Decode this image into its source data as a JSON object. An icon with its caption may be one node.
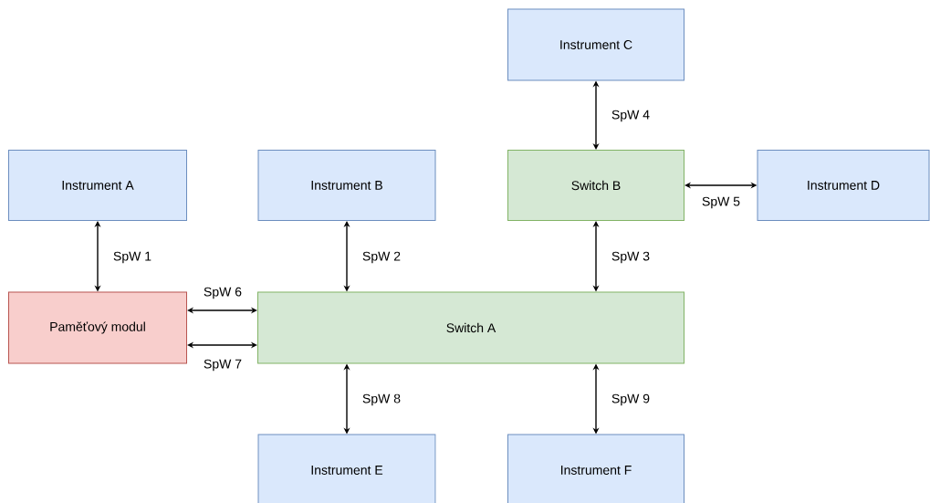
{
  "diagram": {
    "nodes": [
      {
        "text": [
          "Instrument C"
        ]
      },
      {
        "text": [
          "Instrument A"
        ]
      },
      {
        "text": [
          "Instrument B"
        ]
      },
      {
        "text": [
          "Switch B"
        ]
      },
      {
        "text": [
          "Instrument D"
        ]
      },
      {
        "text": [
          "Paměťový modul"
        ]
      },
      {
        "text": [
          "Switch A"
        ]
      },
      {
        "text": [
          "Instrument E"
        ]
      },
      {
        "text": [
          "Instrument F"
        ]
      }
    ],
    "edges": [
      {
        "from": 1,
        "to": 5,
        "arrow": "both",
        "label": "SpW 1"
      },
      {
        "from": 2,
        "to": 6,
        "arrow": "both",
        "label": "SpW 2"
      },
      {
        "from": 3,
        "to": 6,
        "arrow": "both",
        "label": "SpW 3"
      },
      {
        "from": 0,
        "to": 3,
        "arrow": "both",
        "label": "SpW 4"
      },
      {
        "from": 3,
        "to": 4,
        "arrow": "both",
        "label": "SpW 5"
      },
      {
        "from": 5,
        "to": 6,
        "arrow": "both",
        "label": "SpW 6"
      },
      {
        "from": 5,
        "to": 6,
        "arrow": "both",
        "label": "SpW 7"
      },
      {
        "from": 6,
        "to": 7,
        "arrow": "both",
        "label": "SpW 8"
      },
      {
        "from": 6,
        "to": 8,
        "arrow": "both",
        "label": "SpW 9"
      }
    ]
  }
}
